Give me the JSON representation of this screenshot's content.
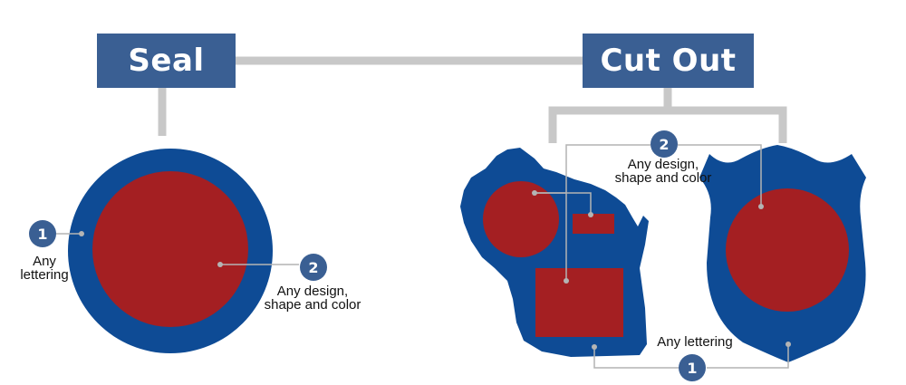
{
  "colors": {
    "title_bg": "#3a5f93",
    "badge_bg": "#3a5f93",
    "shape_blue": "#0e4b95",
    "shape_red": "#a41f22",
    "connector_gray": "#c8c8c8",
    "leader_gray": "#b4b4b4"
  },
  "seal": {
    "title": "Seal",
    "callout_1": {
      "number": "1",
      "text_line1": "Any",
      "text_line2": "lettering"
    },
    "callout_2": {
      "number": "2",
      "text_line1": "Any design,",
      "text_line2": "shape and color"
    }
  },
  "cutout": {
    "title": "Cut Out",
    "callout_2": {
      "number": "2",
      "text_line1": "Any design,",
      "text_line2": "shape and color"
    },
    "callout_1": {
      "number": "1",
      "text": "Any lettering"
    }
  }
}
